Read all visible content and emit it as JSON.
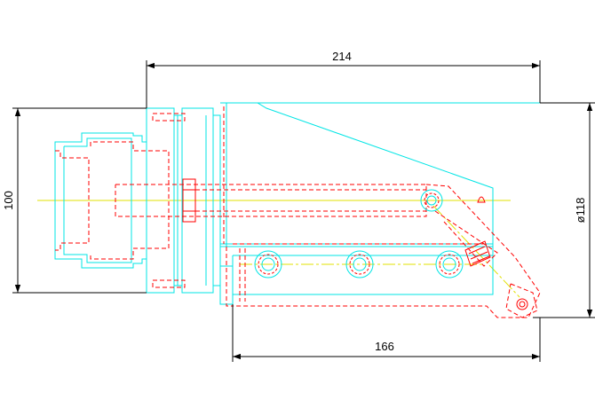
{
  "colors": {
    "background": "#ffffff",
    "body_outline": "#00e5e5",
    "hidden_lines": "#ff0000",
    "centerline": "#e0e000",
    "dimension": "#000000"
  },
  "dimensions": {
    "overall_length": "214",
    "height": "100",
    "diameter": "ø118",
    "base_length": "166"
  }
}
